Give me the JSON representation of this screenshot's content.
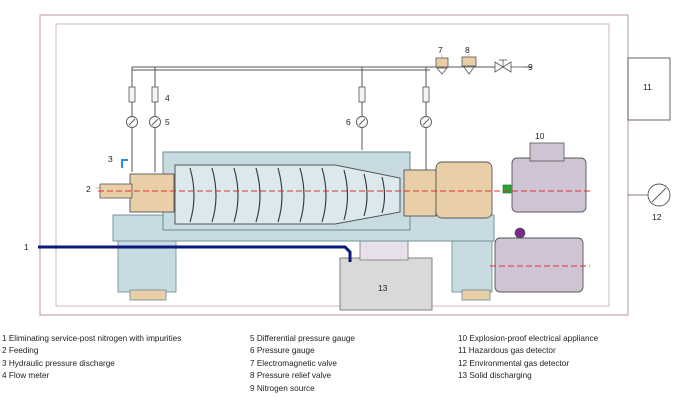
{
  "callouts": {
    "c1": "1",
    "c2": "2",
    "c3": "3",
    "c4": "4",
    "c5": "5",
    "c6": "6",
    "c7": "7",
    "c8": "8",
    "c9": "9",
    "c10": "10",
    "c11": "11",
    "c12": "12",
    "c13": "13"
  },
  "legend": {
    "col1": [
      "1 Eliminating service-post nitrogen with impurities",
      "2 Feeding",
      "3 Hydraulic pressure discharge",
      "4 Flow meter"
    ],
    "col2": [
      "5 Differential pressure gauge",
      "6 Pressure gauge",
      "7 Electromagnetic valve",
      "8 Pressure relief valve",
      "9 Nitrogen source"
    ],
    "col3": [
      "10  Explosion-proof electrical appliance",
      "11  Hazardous gas detector",
      "12  Environmental gas detector",
      "13  Solid discharging"
    ]
  },
  "colors": {
    "enclosure": "#c9a7a7",
    "pipe": "#555555",
    "body": "#c7dbe0",
    "tan": "#e9cfa8",
    "motor": "#cfc4d3",
    "nitrogen_line": "#0a1a7a",
    "axis": "#e03030",
    "connector": "#22aa33"
  }
}
